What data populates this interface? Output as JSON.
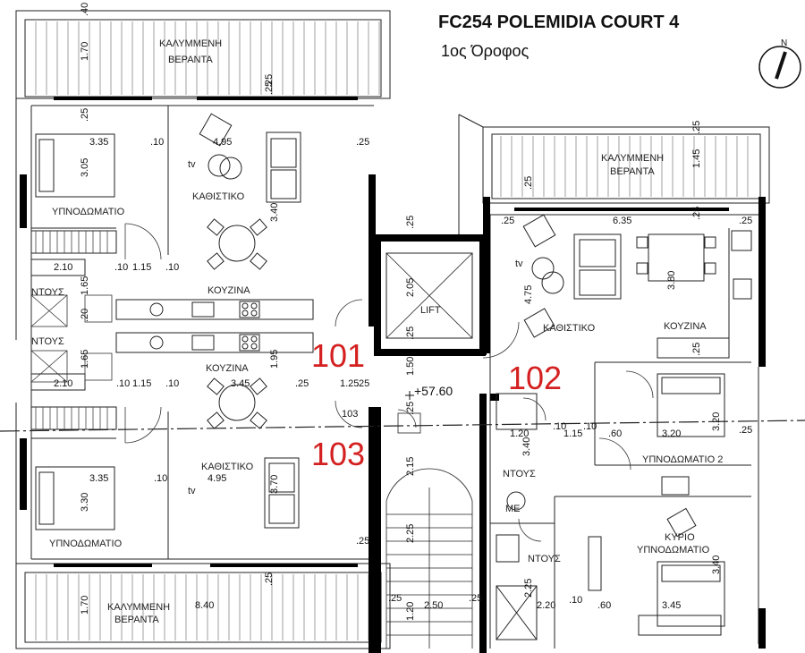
{
  "header": {
    "title": "FC254 POLEMIDIA COURT 4",
    "subtitle": "1ος Όροφος"
  },
  "compass": {
    "label": "N"
  },
  "units": {
    "u101": "101",
    "u102": "102",
    "u103": "103"
  },
  "rooms": {
    "veranda_top_left": [
      "ΚΑΛΥΜΜΕΝΗ",
      "ΒΕΡΑΝΤΑ"
    ],
    "veranda_right": [
      "ΚΑΛΥΜΜΕΝΗ",
      "ΒΕΡΑΝΤΑ"
    ],
    "veranda_bottom_left": [
      "ΚΑΛΥΜΜΕΝΗ",
      "ΒΕΡΑΝΤΑ"
    ],
    "bedroom_top_left": "ΥΠΝΟΔΩΜΑΤΙΟ",
    "living_top_left": "ΚΑΘΙΣΤΙΚΟ",
    "kitchen_101": "ΚΟΥΖΙΝΑ",
    "shower_101": "ΝΤΟΥΣ",
    "shower_103": "ΝΤΟΥΣ",
    "kitchen_103": "ΚΟΥΖΙΝΑ",
    "living_bottom_left": "ΚΑΘΙΣΤΙΚΟ",
    "bedroom_bottom_left": "ΥΠΝΟΔΩΜΑΤΙΟ",
    "lift": "LIFT",
    "living_102": "ΚΑΘΙΣΤΙΚΟ",
    "kitchen_102": "ΚΟΥΖΙΝΑ",
    "bedroom2_102": "ΥΠΝΟΔΩΜΑΤΙΟ 2",
    "master_102": [
      "ΚΥΡΙΟ",
      "ΥΠΝΟΔΩΜΑΤΙΟ"
    ],
    "shower_102_a": "ΝΤΟΥΣ",
    "shower_102_b": "ΝΤΟΥΣ",
    "meter": "ΜΕ",
    "tv": "tv"
  },
  "level": "+57.60",
  "dims": {
    "d1": "1.70",
    "d2": ".40",
    "d3": ".25",
    "d4": ".25",
    "d5": "3.35",
    "d6": ".10",
    "d7": "4.95",
    "d8": ".25",
    "d9": "3.05",
    "d10": "3.40",
    "d11": ".25",
    "d12": "2.10",
    "d13": ".10",
    "d14": "1.15",
    "d15": "1.65",
    "d16": ".20",
    "d17": "2.05",
    "d18": ".25",
    "d19": "1.65",
    "d20": "1.95",
    "d21": "2.10",
    "d22": "1.15",
    "d23": ".10",
    "d24": "3.45",
    "d25": ".25",
    "d26": "1.25",
    "d27": "1.50",
    "d28": "103",
    "d29": "3.35",
    "d30": ".10",
    "d31": "4.95",
    "d32": "3.30",
    "d33": "3.70",
    "d34": "2.15",
    "d35": "1.70",
    "d36": "8.40",
    "d37": ".25",
    "d38": ".25",
    "d39": "2.25",
    "d40": ".25",
    "d41": "2.50",
    "d42": ".25",
    "d43": "1.20",
    "d44": "1.45",
    "d45": ".25",
    "d46": ".25",
    "d47": "6.35",
    "d48": ".25",
    "d49": ".25",
    "d50": "4.75",
    "d51": "3.80",
    "d52": ".25",
    "d53": "1.20",
    "d54": "3.40",
    "d55": "1.15",
    "d56": ".10",
    "d57": ".10",
    "d58": ".60",
    "d59": "3.20",
    "d60": "3.20",
    "d61": ".25",
    "d62": "2.25",
    "d63": "2.20",
    "d64": ".10",
    "d65": ".60",
    "d66": "3.45",
    "d67": "3.40",
    "d68": ".25",
    "d69": ".25",
    "d70": ".10",
    "d71": ".10",
    "d72": ".25",
    "d73": ".25"
  },
  "colors": {
    "wall": "#000000",
    "line": "#333333",
    "unit_label": "#d42020"
  }
}
